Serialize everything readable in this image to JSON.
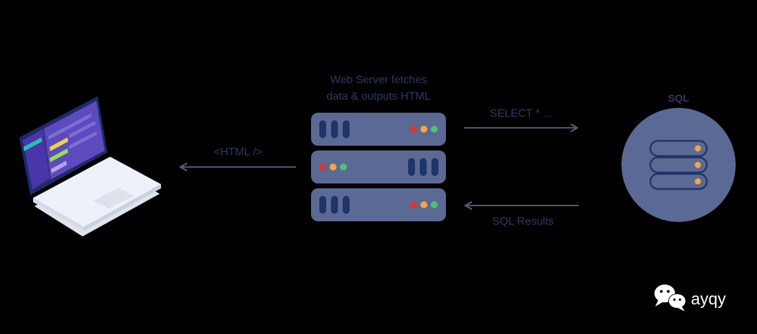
{
  "web_server": {
    "caption_line1": "Web Server fetches",
    "caption_line2": "data & outputs HTML"
  },
  "flows": {
    "request_label": "SELECT * ...",
    "results_label": "SQL Results",
    "html_label": "<HTML />"
  },
  "database": {
    "title": "SQL"
  },
  "watermark": {
    "account_name": "ayqy",
    "icon": "wechat-icon"
  },
  "colors": {
    "background": "#000000",
    "text": "#2b3a62",
    "server_body": "#5b6a94",
    "server_slot": "#1f3467",
    "arrow": "#4d5d73",
    "led_red": "#d8382f",
    "led_yellow": "#f2a93b",
    "led_green": "#4ec275",
    "db_disk": "#5b6a94",
    "laptop_screen": "#3a2a86",
    "laptop_body": "#e8ecf3"
  }
}
